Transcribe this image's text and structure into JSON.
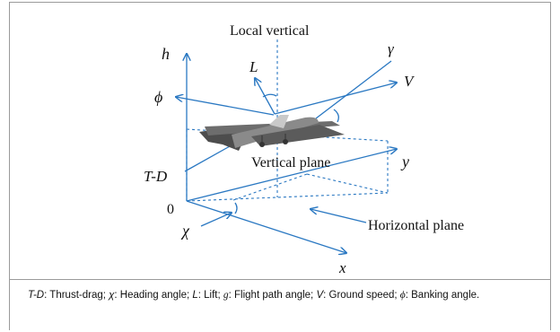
{
  "diagram": {
    "labels": {
      "h": "h",
      "local_vertical": "Local vertical",
      "L": "L",
      "gamma": "γ",
      "phi": "ϕ",
      "V": "V",
      "y": "y",
      "TD": "T-D",
      "vertical_plane": "Vertical plane",
      "origin": "0",
      "chi": "χ",
      "horizontal_plane": "Horizontal plane",
      "x": "x"
    },
    "colors": {
      "arrow": "#2a78c2",
      "text": "#111111",
      "frame": "#9a9a9a"
    }
  },
  "caption": {
    "td_sym": "T-D",
    "td_text": ": Thrust-drag; ",
    "chi_sym": "χ",
    "chi_text": ": Heading angle; ",
    "l_sym": "L",
    "l_text": ": Lift; ",
    "g_sym": "g",
    "g_text": ": Flight path angle; ",
    "v_sym": "V",
    "v_text": ": Ground speed; ",
    "phi_sym": "ϕ",
    "phi_text": ": Banking angle."
  }
}
